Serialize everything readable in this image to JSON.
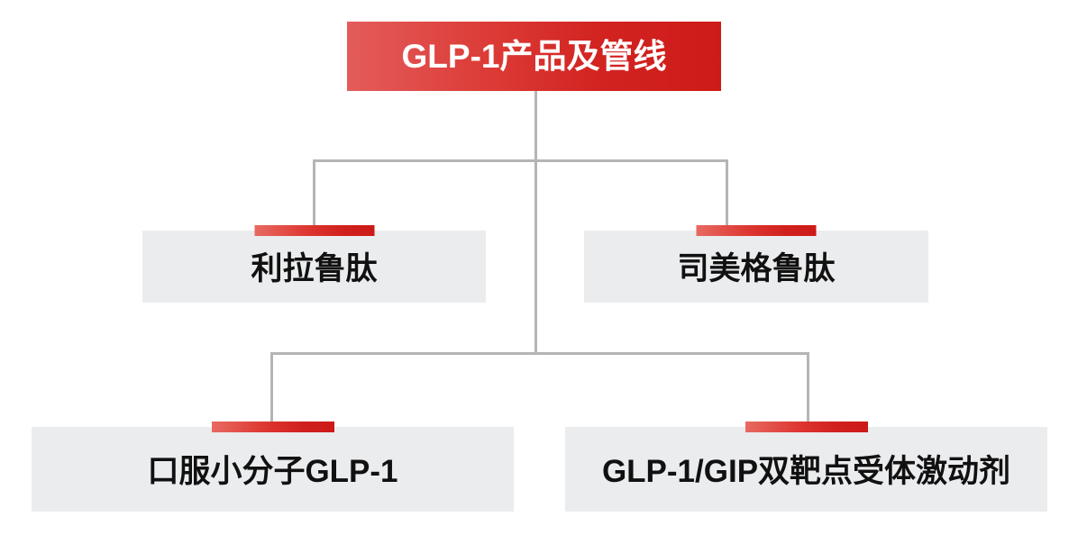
{
  "diagram": {
    "type": "org-chart",
    "title": "GLP-1产品及管线",
    "colors": {
      "root_gradient_start": "#e35c5c",
      "root_gradient_end": "#ce1b18",
      "node_background": "#ebecee",
      "accent_bar_start": "#e76a62",
      "accent_bar_end": "#cc1a17",
      "connector": "#b5b5b5",
      "root_text": "#ffffff",
      "node_text": "#111111"
    },
    "root": {
      "label": "GLP-1产品及管线"
    },
    "children": [
      {
        "id": "liraglutide",
        "label": "利拉鲁肽"
      },
      {
        "id": "semaglutide",
        "label": "司美格鲁肽"
      },
      {
        "id": "oral",
        "label": "口服小分子GLP-1"
      },
      {
        "id": "dual",
        "label": "GLP-1/GIP双靶点受体激动剂"
      }
    ]
  }
}
